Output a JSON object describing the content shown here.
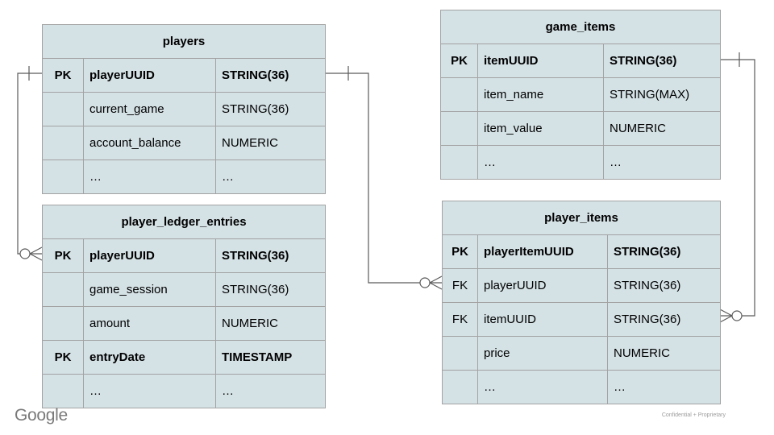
{
  "diagram": {
    "tables": [
      {
        "name": "players",
        "rows": [
          {
            "key": "PK",
            "field": "playerUUID",
            "type": "STRING(36)"
          },
          {
            "key": "",
            "field": "current_game",
            "type": "STRING(36)"
          },
          {
            "key": "",
            "field": "account_balance",
            "type": "NUMERIC"
          },
          {
            "key": "",
            "field": "…",
            "type": "…"
          }
        ]
      },
      {
        "name": "player_ledger_entries",
        "rows": [
          {
            "key": "PK",
            "field": "playerUUID",
            "type": "STRING(36)"
          },
          {
            "key": "",
            "field": "game_session",
            "type": "STRING(36)"
          },
          {
            "key": "",
            "field": "amount",
            "type": "NUMERIC"
          },
          {
            "key": "PK",
            "field": "entryDate",
            "type": "TIMESTAMP"
          },
          {
            "key": "",
            "field": "…",
            "type": "…"
          }
        ]
      },
      {
        "name": "game_items",
        "rows": [
          {
            "key": "PK",
            "field": "itemUUID",
            "type": "STRING(36)"
          },
          {
            "key": "",
            "field": "item_name",
            "type": "STRING(MAX)"
          },
          {
            "key": "",
            "field": "item_value",
            "type": "NUMERIC"
          },
          {
            "key": "",
            "field": "…",
            "type": "…"
          }
        ]
      },
      {
        "name": "player_items",
        "rows": [
          {
            "key": "PK",
            "field": "playerItemUUID",
            "type": "STRING(36)"
          },
          {
            "key": "FK",
            "field": "playerUUID",
            "type": "STRING(36)"
          },
          {
            "key": "FK",
            "field": "itemUUID",
            "type": "STRING(36)"
          },
          {
            "key": "",
            "field": "price",
            "type": "NUMERIC"
          },
          {
            "key": "",
            "field": "…",
            "type": "…"
          }
        ]
      }
    ],
    "relationships": [
      {
        "from": "players.playerUUID",
        "to": "player_ledger_entries.playerUUID",
        "from_cardinality": "one",
        "to_cardinality": "zero-or-many"
      },
      {
        "from": "players.playerUUID",
        "to": "player_items.playerUUID",
        "from_cardinality": "one",
        "to_cardinality": "zero-or-many"
      },
      {
        "from": "game_items.itemUUID",
        "to": "player_items.itemUUID",
        "from_cardinality": "one",
        "to_cardinality": "zero-or-many"
      }
    ]
  },
  "footer": {
    "logo": "Google",
    "confidentiality": "Confidential + Proprietary"
  },
  "colors": {
    "table_fill": "#d4e1e5",
    "table_border": "#a3a3a3",
    "relationship_line": "#5a5a5a",
    "logo_gray": "#7a7a7a",
    "confidential_gray": "#9c9c9c"
  }
}
